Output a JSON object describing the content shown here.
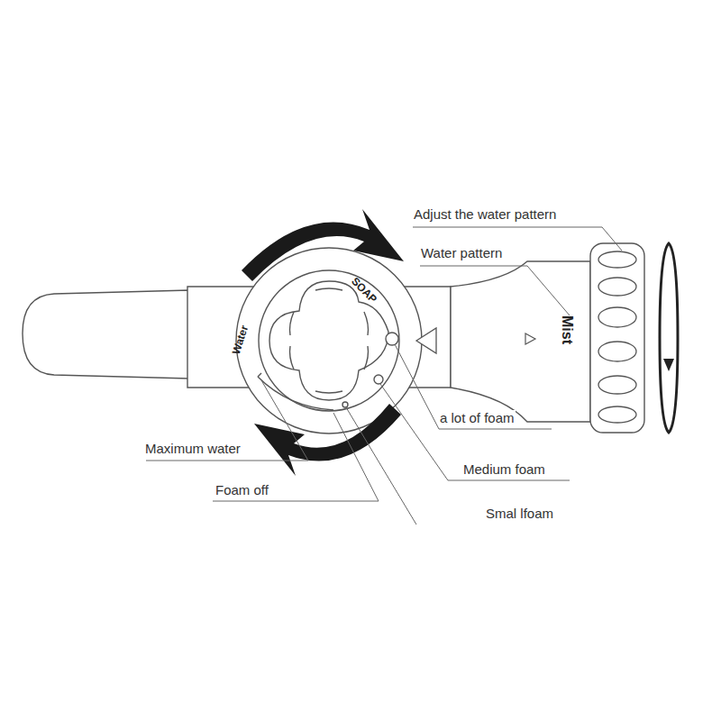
{
  "diagram": {
    "labels": [
      "Adjust the water pattern",
      "Water pattern",
      "SOAP",
      "Water",
      "Mist",
      "a lot of foam",
      "Maximum water",
      "Medium foam",
      "Foam off",
      "Smal lfoam"
    ]
  }
}
